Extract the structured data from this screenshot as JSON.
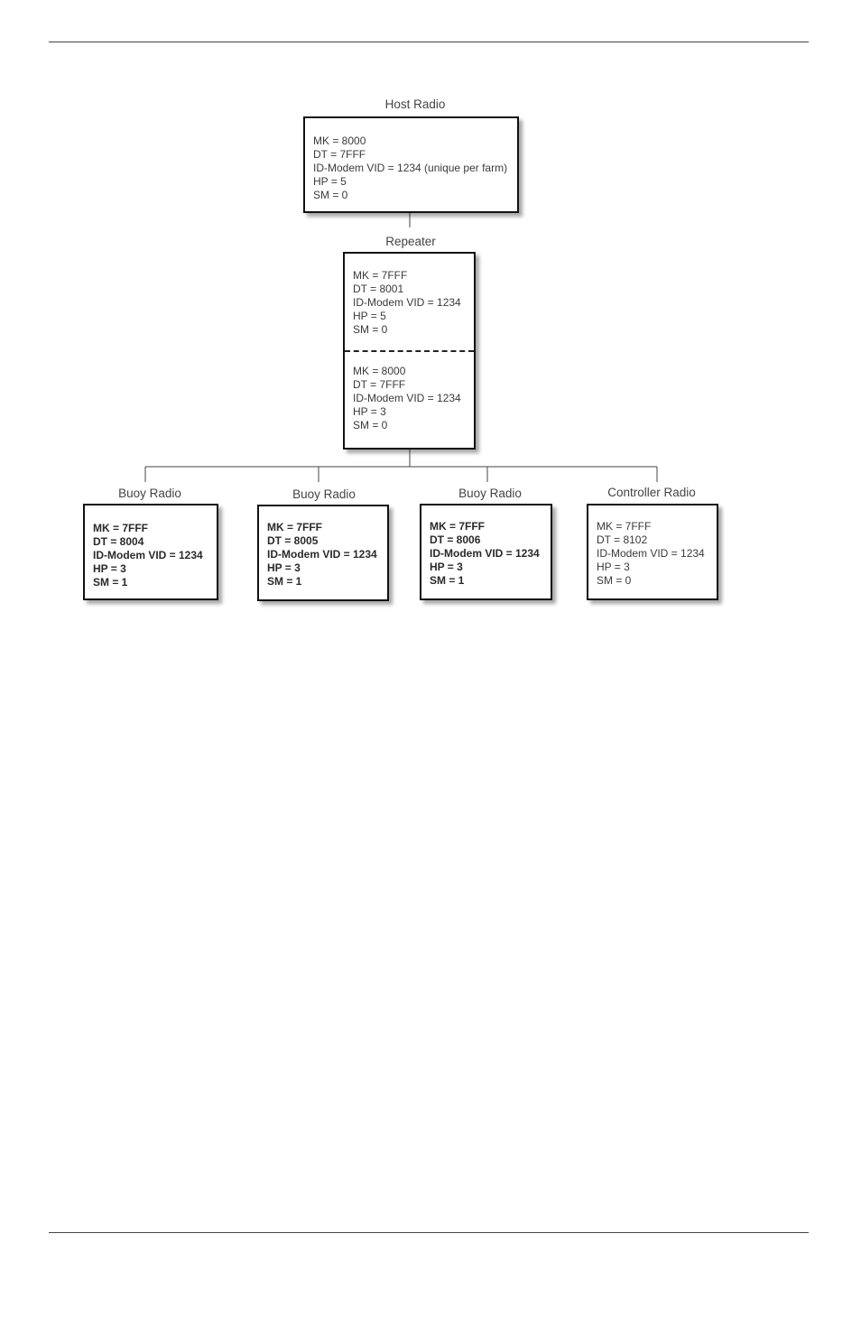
{
  "diagram": {
    "host": {
      "label": "Host Radio",
      "lines": [
        "MK = 8000",
        "DT = 7FFF",
        "ID-Modem VID = 1234 (unique per farm)",
        "HP = 5",
        "SM = 0"
      ]
    },
    "repeater": {
      "label": "Repeater",
      "upper": [
        "MK = 7FFF",
        "DT = 8001",
        "ID-Modem VID = 1234",
        "HP = 5",
        "SM = 0"
      ],
      "lower": [
        "MK = 8000",
        "DT = 7FFF",
        "ID-Modem VID = 1234",
        "HP = 3",
        "SM = 0"
      ]
    },
    "buoy1": {
      "label": "Buoy Radio",
      "lines": [
        "MK = 7FFF",
        "DT = 8004",
        "ID-Modem VID = 1234",
        "HP = 3",
        "SM = 1"
      ]
    },
    "buoy2": {
      "label": "Buoy Radio",
      "lines": [
        "MK = 7FFF",
        "DT = 8005",
        "ID-Modem VID = 1234",
        "HP = 3",
        "SM = 1"
      ]
    },
    "buoy3": {
      "label": "Buoy Radio",
      "lines": [
        "MK = 7FFF",
        "DT = 8006",
        "ID-Modem VID = 1234",
        "HP = 3",
        "SM = 1"
      ]
    },
    "controller": {
      "label": "Controller Radio",
      "lines": [
        "MK = 7FFF",
        "DT = 8102",
        "ID-Modem VID = 1234",
        "HP = 3",
        "SM = 0"
      ]
    }
  }
}
